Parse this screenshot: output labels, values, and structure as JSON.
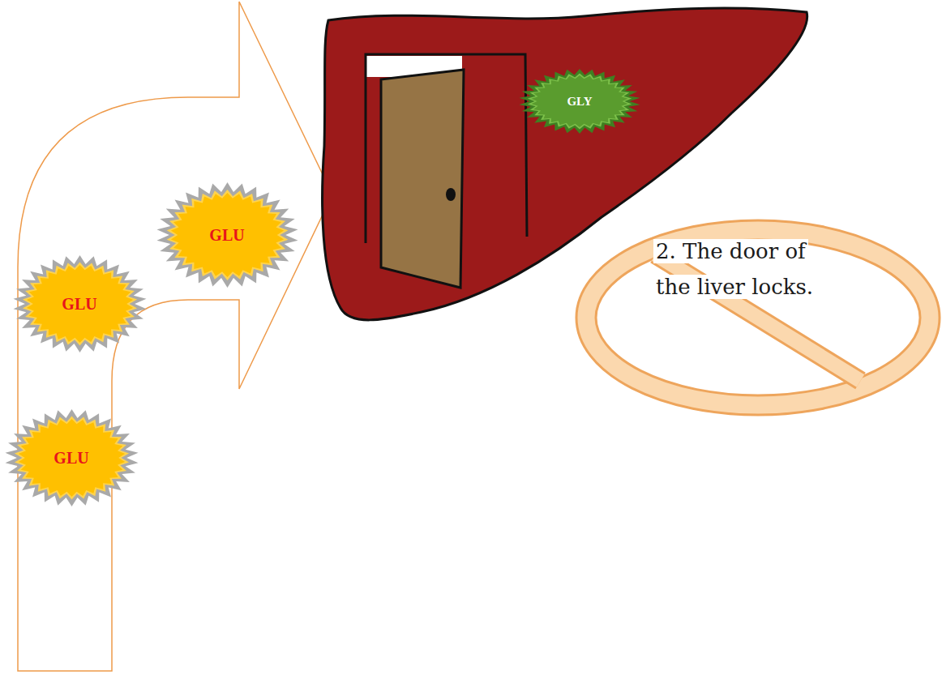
{
  "diagram": {
    "nodes": [
      {
        "text": [
          "GLY"
        ]
      },
      {
        "text": [
          "GLU"
        ]
      },
      {
        "text": [
          "2. The door of the liver locks."
        ]
      },
      {
        "text": [
          "GLU"
        ]
      },
      {
        "text": [
          "GLU"
        ]
      }
    ]
  }
}
